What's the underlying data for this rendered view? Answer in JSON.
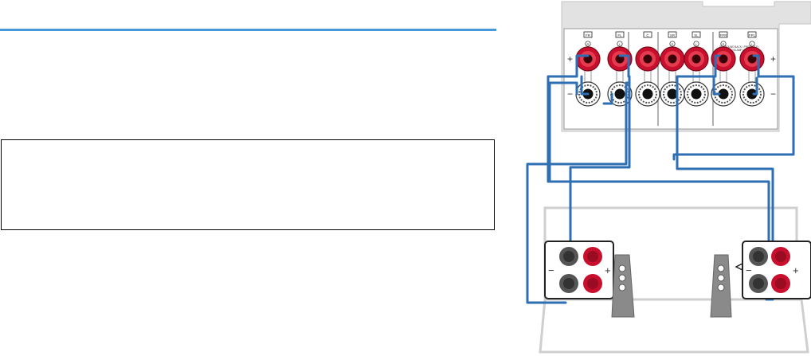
{
  "colors": {
    "accent_rule": "#4a98dc",
    "cable": "#2e6fb3",
    "terminal_red": "#c8102e",
    "terminal_dark": "#333333",
    "panel_bg": "#e2e2e2",
    "speaker_body": "#8a8a8a"
  },
  "receiver": {
    "channel_labels": [
      "FR",
      "FL",
      "C",
      "SR",
      "SL",
      "FPR",
      "FPL"
    ],
    "rl_marks": [
      "R",
      "L",
      "",
      "R",
      "L",
      "R",
      "L"
    ],
    "zone_label_line1": "SURROUND BACK / PRESENCE /",
    "zone_label_line2": "ZONE B / BI-AMP / ZONE B",
    "plus_sign": "+",
    "minus_sign": "−"
  },
  "speaker_left": {
    "minus_sign": "−",
    "plus_sign": "+"
  },
  "speaker_right": {
    "minus_sign": "−",
    "plus_sign": "+"
  }
}
